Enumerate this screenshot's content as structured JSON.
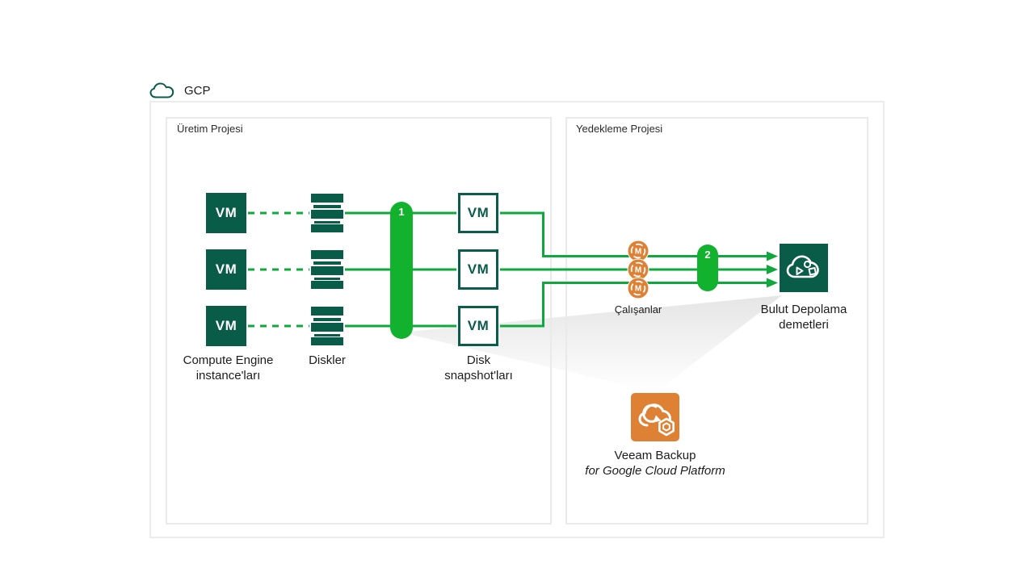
{
  "gcp": {
    "label": "GCP"
  },
  "colors": {
    "dark_green": "#095c48",
    "line_green": "#0ea83c",
    "pill_green": "#12b22e",
    "orange": "#de8134",
    "box_border": "#ececec",
    "funnel_gray": "#e9e9e9",
    "text": "#1c1c1c"
  },
  "production_project": {
    "title": "Üretim Projesi",
    "vm_label": "VM",
    "compute_engine_label": [
      "Compute Engine",
      "instance'ları"
    ],
    "disks_label": "Diskler",
    "snapshots_label": [
      "Disk",
      "snapshot'ları"
    ],
    "step_badge": "1"
  },
  "backup_project": {
    "title": "Yedekleme Projesi",
    "workers_label": "Çalışanlar",
    "worker_letter": "M",
    "step_badge": "2",
    "cloud_storage_label": [
      "Bulut Depolama",
      "demetleri"
    ],
    "veeam_label": "Veeam Backup",
    "veeam_sublabel": "for Google Cloud Platform"
  },
  "icons": {
    "header": "gcp-cloud-icon",
    "vm": "vm-icon",
    "disk": "disk-stack-icon",
    "snapshot_vm": "snapshot-vm-icon",
    "worker": "worker-sync-icon",
    "cloud_storage": "cloud-storage-bucket-icon",
    "veeam": "veeam-backup-icon"
  }
}
